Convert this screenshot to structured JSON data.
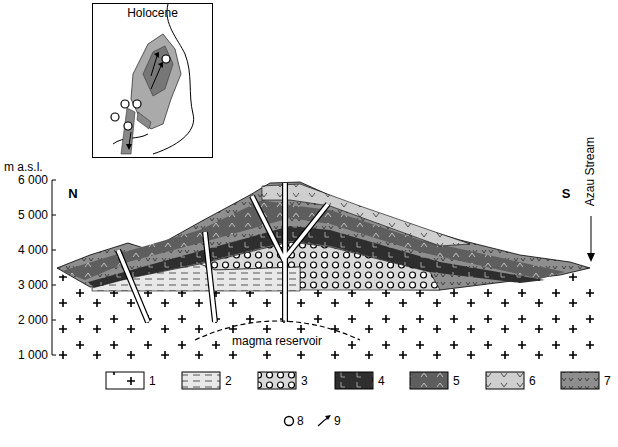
{
  "diagram": {
    "nodes": [
      {
        "text": [
          "Holocene"
        ]
      }
    ],
    "labels": [
      "m a.s.l.",
      "6 000",
      "5 000",
      "4 000",
      "3 000",
      "2 000",
      "1 000",
      "N",
      "S",
      "Azau Stream",
      "magma reservoir"
    ],
    "legend": [
      {
        "text": "1"
      },
      {
        "text": "2"
      },
      {
        "text": "3"
      },
      {
        "text": "4"
      },
      {
        "text": "5"
      },
      {
        "text": "6"
      },
      {
        "text": "7"
      },
      {
        "text": "8"
      },
      {
        "text": "9"
      }
    ]
  }
}
